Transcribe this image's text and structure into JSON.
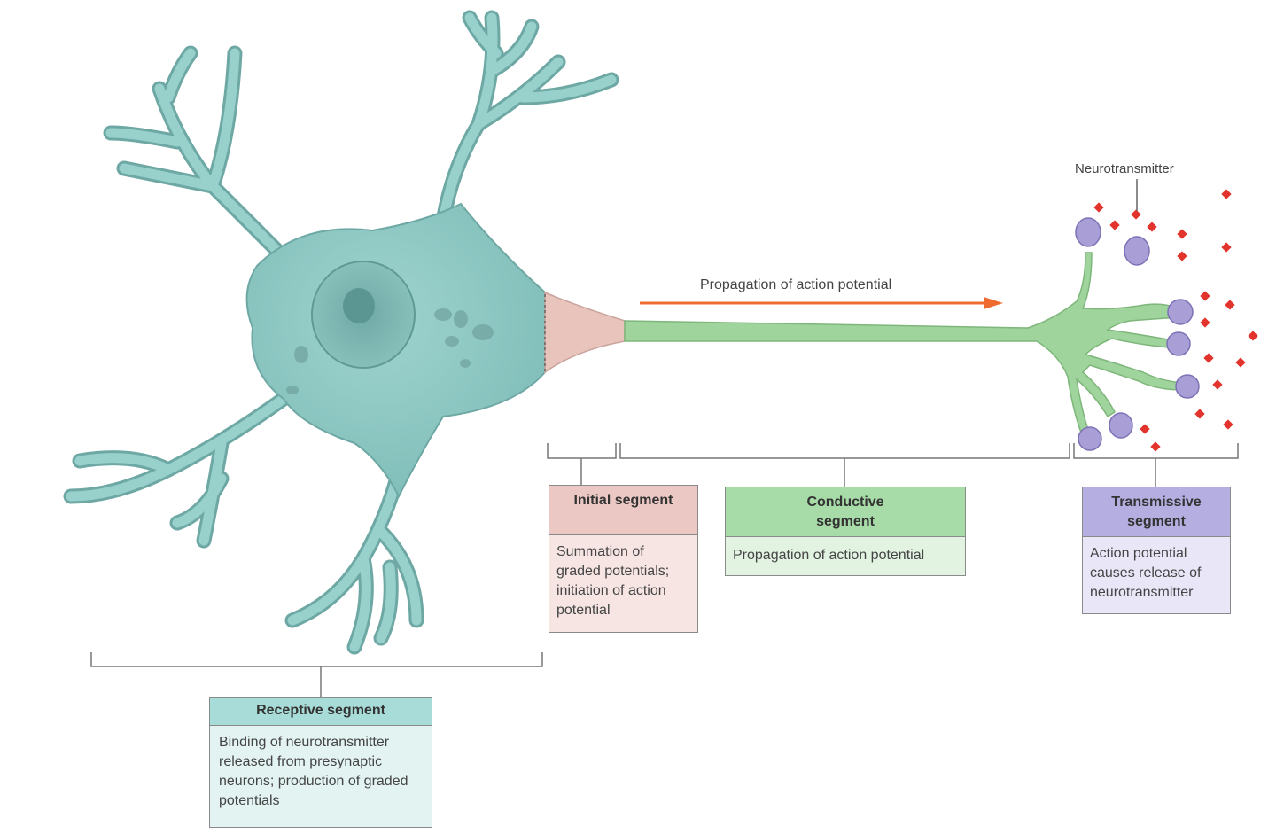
{
  "labels": {
    "neurotransmitter": "Neurotransmitter",
    "propagation": "Propagation of action potential"
  },
  "segments": {
    "receptive": {
      "title": "Receptive segment",
      "description": "Binding of neurotransmitter released from presynaptic neurons; production of graded potentials"
    },
    "initial": {
      "title": "Initial segment",
      "description": "Summation of graded potentials; initiation of action potential"
    },
    "conductive": {
      "title": "Conductive segment",
      "description": "Propagation of action potential"
    },
    "transmissive": {
      "title": "Transmissive segment",
      "description": "Action potential causes release of neurotransmitter"
    }
  },
  "colors": {
    "cell_body": "#8ec8c4",
    "initial_segment": "#e9c4bd",
    "axon": "#9fd49c",
    "terminal_bulb": "#a99fd6",
    "neurotransmitter": "#e2342c",
    "arrow": "#ef6a2e",
    "receptive_head": "#a8dcd8",
    "initial_head": "#ecc8c4",
    "conductive_head": "#a7dba7",
    "transmissive_head": "#b5aee0"
  }
}
